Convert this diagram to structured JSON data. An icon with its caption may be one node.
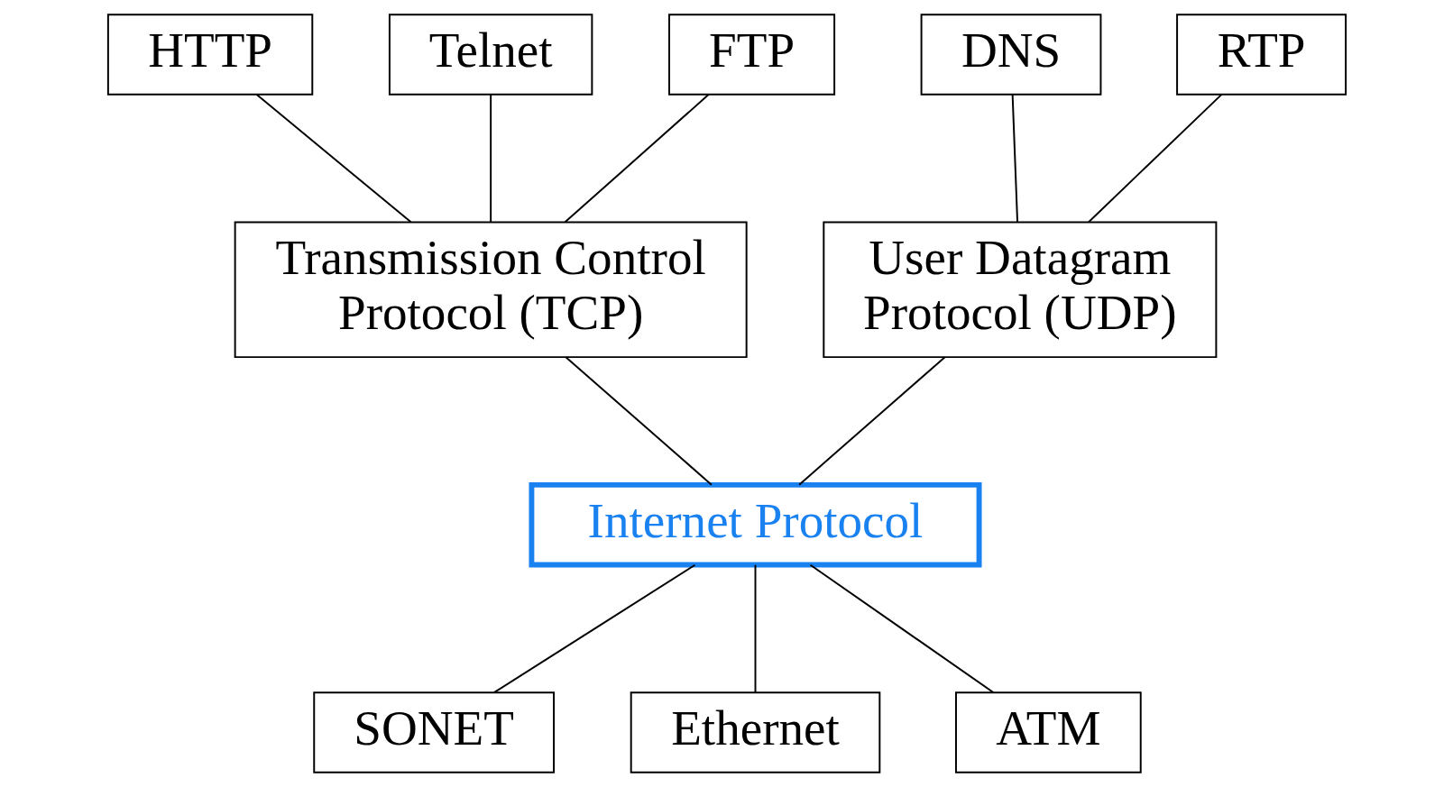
{
  "diagram": {
    "nodes": [
      {
        "text": [
          "HTTP"
        ]
      },
      {
        "text": [
          "Telnet"
        ]
      },
      {
        "text": [
          "FTP"
        ]
      },
      {
        "text": [
          "DNS"
        ]
      },
      {
        "text": [
          "RTP"
        ]
      },
      {
        "text": [
          "Transmission Control Protocol (TCP)"
        ]
      },
      {
        "text": [
          "User Datagram Protocol (UDP)"
        ]
      },
      {
        "text": [
          "Internet Protocol"
        ]
      },
      {
        "text": [
          "SONET"
        ]
      },
      {
        "text": [
          "Ethernet"
        ]
      },
      {
        "text": [
          "ATM"
        ]
      }
    ],
    "edges": [
      {
        "from": 0,
        "to": 5,
        "arrow": "none"
      },
      {
        "from": 1,
        "to": 5,
        "arrow": "none"
      },
      {
        "from": 2,
        "to": 5,
        "arrow": "none"
      },
      {
        "from": 3,
        "to": 6,
        "arrow": "none"
      },
      {
        "from": 4,
        "to": 6,
        "arrow": "none"
      },
      {
        "from": 5,
        "to": 7,
        "arrow": "none"
      },
      {
        "from": 6,
        "to": 7,
        "arrow": "none"
      },
      {
        "from": 7,
        "to": 8,
        "arrow": "none"
      },
      {
        "from": 7,
        "to": 9,
        "arrow": "none"
      },
      {
        "from": 7,
        "to": 10,
        "arrow": "none"
      }
    ]
  }
}
